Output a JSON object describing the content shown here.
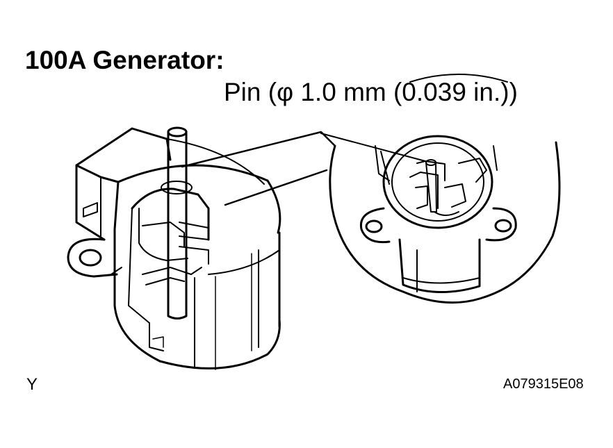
{
  "heading": "100A Generator:",
  "callout_label": "Pin (φ 1.0 mm (0.039 in.))",
  "view_letter": "Y",
  "figure_code": "A079315E08",
  "line_color": "#000000",
  "background_color": "#ffffff"
}
